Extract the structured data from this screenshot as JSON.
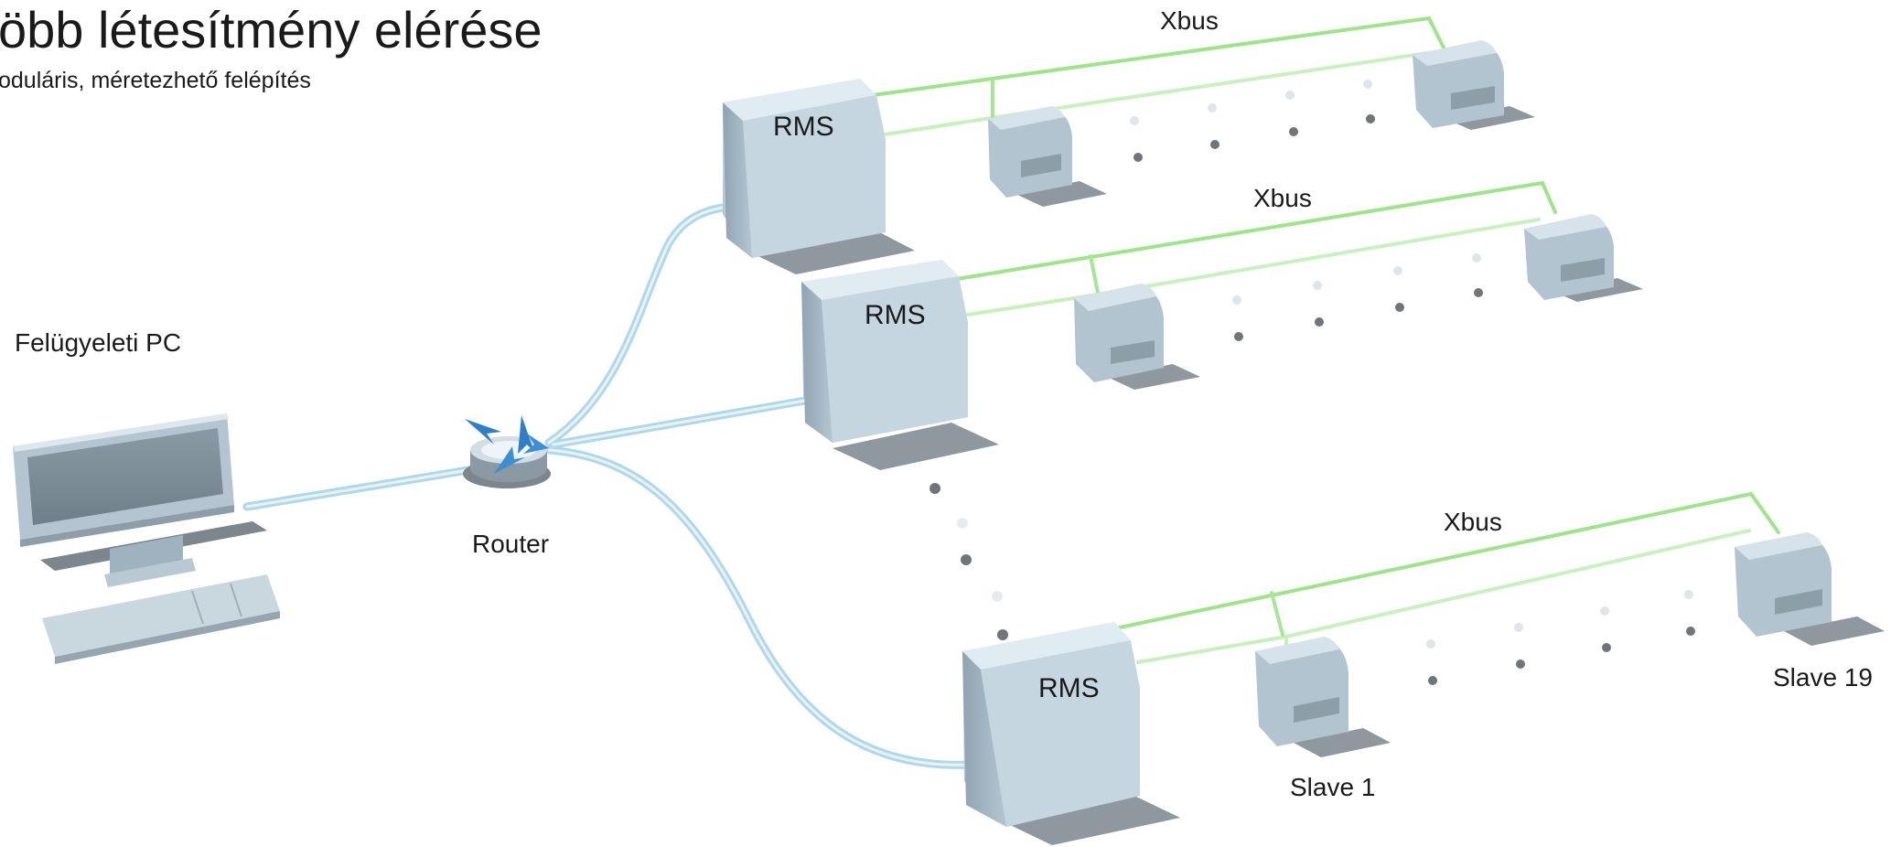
{
  "header": {
    "title": "öbb létesítmény elérése",
    "subtitle": "oduláris, méretezhető felépítés"
  },
  "labels": {
    "pc": "Felügyeleti PC",
    "router": "Router",
    "rms_top": "RMS",
    "rms_mid": "RMS",
    "rms_bot": "RMS",
    "xbus_top": "Xbus",
    "xbus_mid": "Xbus",
    "xbus_bot": "Xbus",
    "slave_first": "Slave 1",
    "slave_last": "Slave 19"
  },
  "icons": [
    "desktop-pc-icon",
    "keyboard-icon",
    "router-icon",
    "rms-unit-icon",
    "slave-unit-icon"
  ],
  "colors": {
    "unit_face": "#c3d3de",
    "unit_side": "#9eb1be",
    "unit_top": "#dbe6ee",
    "shadow": "#8e979d",
    "cable": "#a9d4e6",
    "xbus_line": "#8fe07a",
    "router_arrow": "#2f7fc8"
  }
}
